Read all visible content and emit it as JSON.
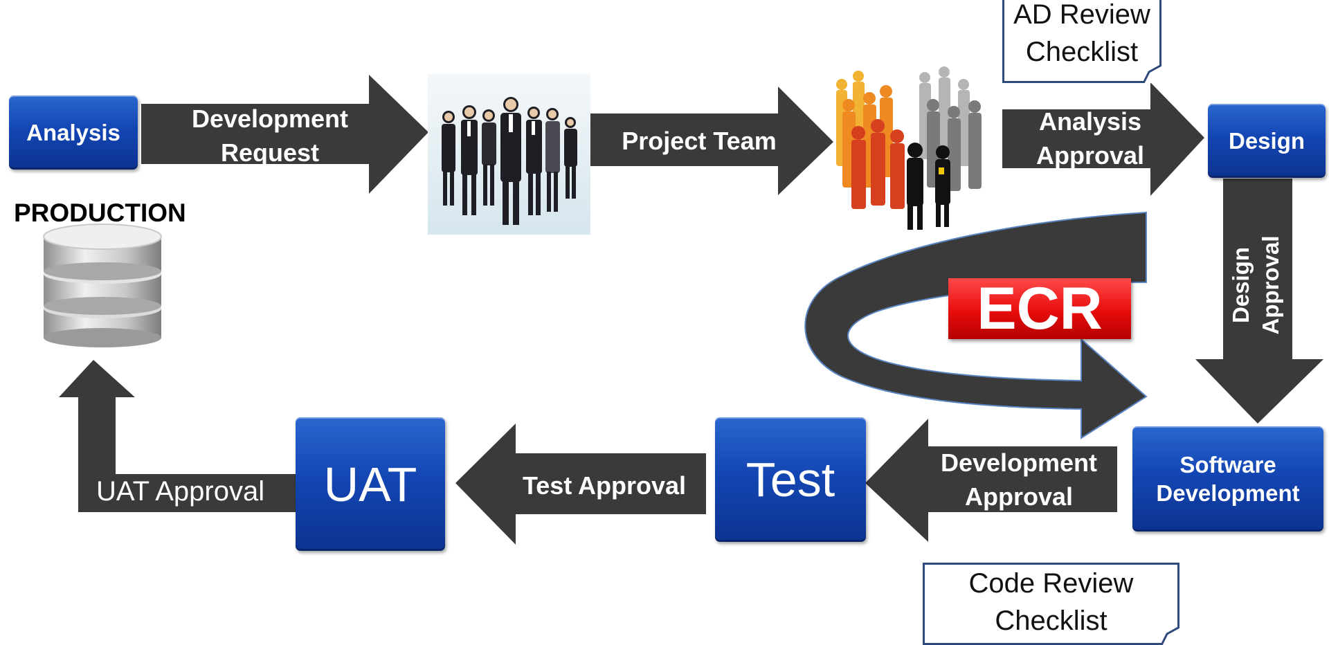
{
  "nodes": {
    "analysis": "Analysis",
    "design": "Design",
    "software_development_line1": "Software",
    "software_development_line2": "Development",
    "test": "Test",
    "uat": "UAT"
  },
  "arrows": {
    "development_request_line1": "Development",
    "development_request_line2": "Request",
    "project_team": "Project Team",
    "analysis_approval_line1": "Analysis",
    "analysis_approval_line2": "Approval",
    "design_approval_line1": "Design",
    "design_approval_line2": "Approval",
    "development_approval_line1": "Development",
    "development_approval_line2": "Approval",
    "test_approval": "Test Approval",
    "uat_approval": "UAT Approval"
  },
  "notes": {
    "ad_review_line1": "AD Review",
    "ad_review_line2": "Checklist",
    "code_review_line1": "Code Review",
    "code_review_line2": "Checklist"
  },
  "production_label": "PRODUCTION",
  "ecr_label": "ECR",
  "colors": {
    "box_blue": "#1346b3",
    "arrow_dark": "#3a3a3a",
    "ecr_red": "#e80c0c",
    "note_border": "#2e4a7a"
  },
  "icons": {
    "team_photo": "business-team-photo-icon",
    "crowd": "crowd-silhouette-icon",
    "database": "database-cylinder-icon"
  }
}
